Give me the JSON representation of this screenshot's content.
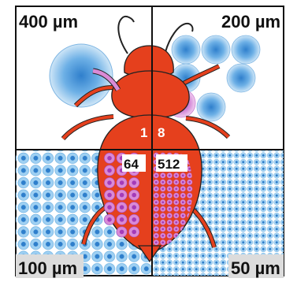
{
  "quadrants": {
    "top_left": {
      "size_label": "400 µm",
      "count_label": "1"
    },
    "top_right": {
      "size_label": "200 µm",
      "count_label": "8"
    },
    "bottom_left": {
      "size_label": "100 µm",
      "count_label": "64"
    },
    "bottom_right": {
      "size_label": "50 µm",
      "count_label": "512"
    }
  },
  "colors": {
    "bug_body": "#e5401d",
    "bug_outline": "#222222",
    "sphere_fill": "#8cc4ec",
    "sphere_core": "#3a8fd1",
    "sphere_outline": "#5aa6dd",
    "pink_sphere": "#d98ad6",
    "pink_core": "#b04ac0",
    "grid_line": "#111111",
    "label_bg": "#dcdcdc"
  }
}
